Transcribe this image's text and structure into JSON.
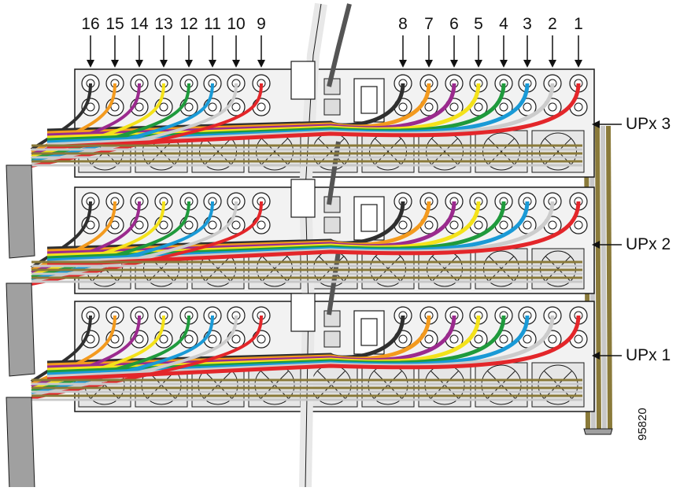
{
  "top_port_numbers": [
    "16",
    "15",
    "14",
    "13",
    "12",
    "11",
    "10",
    "9",
    "8",
    "7",
    "6",
    "5",
    "4",
    "3",
    "2",
    "1"
  ],
  "units": [
    {
      "label": "UPx 3"
    },
    {
      "label": "UPx 2"
    },
    {
      "label": "UPx 1"
    }
  ],
  "figure_id": "95820",
  "wire_colors": [
    "#2f2f2f",
    "#f39a1e",
    "#9b2a8e",
    "#f4e21a",
    "#1f9a3c",
    "#1a9ad6",
    "#ffffff",
    "#e3262a"
  ],
  "cable_colors": {
    "bundle": "#8a7a3a",
    "grey": "#c8c8c8",
    "dark": "#555555",
    "jacket": "#a0a0a0"
  },
  "panel_colors": {
    "face": "#f2f2f2",
    "outline": "#1a1a1a",
    "fan": "#e6e6e6"
  }
}
